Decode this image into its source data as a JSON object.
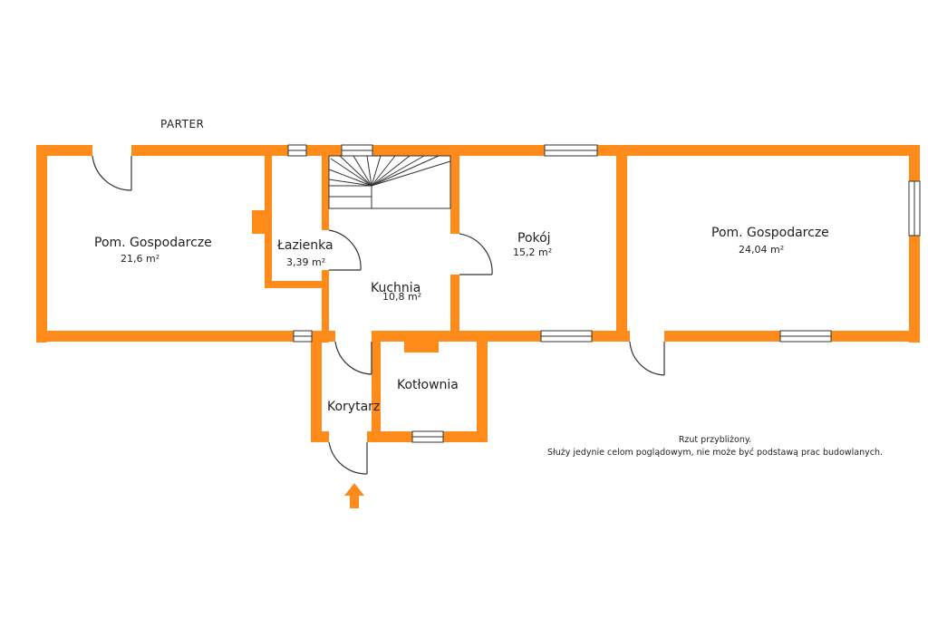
{
  "floor_title": "PARTER",
  "colors": {
    "wall": "#FF8C1A",
    "line": "#333333",
    "background": "#FFFFFF"
  },
  "rooms": {
    "pom_gospodarcze_left": {
      "name": "Pom. Gospodarcze",
      "area": "21,6 m²"
    },
    "lazienka": {
      "name": "Łazienka",
      "area": "3,39 m²"
    },
    "kuchnia": {
      "name": "Kuchnia",
      "area": "10,8 m²"
    },
    "pokoj": {
      "name": "Pokój",
      "area": "15,2 m²"
    },
    "pom_gospodarcze_right": {
      "name": "Pom. Gospodarcze",
      "area": "24,04 m²"
    },
    "kotlownia": {
      "name": "Kotłownia"
    },
    "korytarz": {
      "name": "Korytarz"
    }
  },
  "note": {
    "line1": "Rzut przybliżony.",
    "line2": "Służy jedynie celom poglądowym, nie może być podstawą prac budowlanych."
  },
  "icons": {
    "entrance": "entrance-arrow-icon"
  }
}
